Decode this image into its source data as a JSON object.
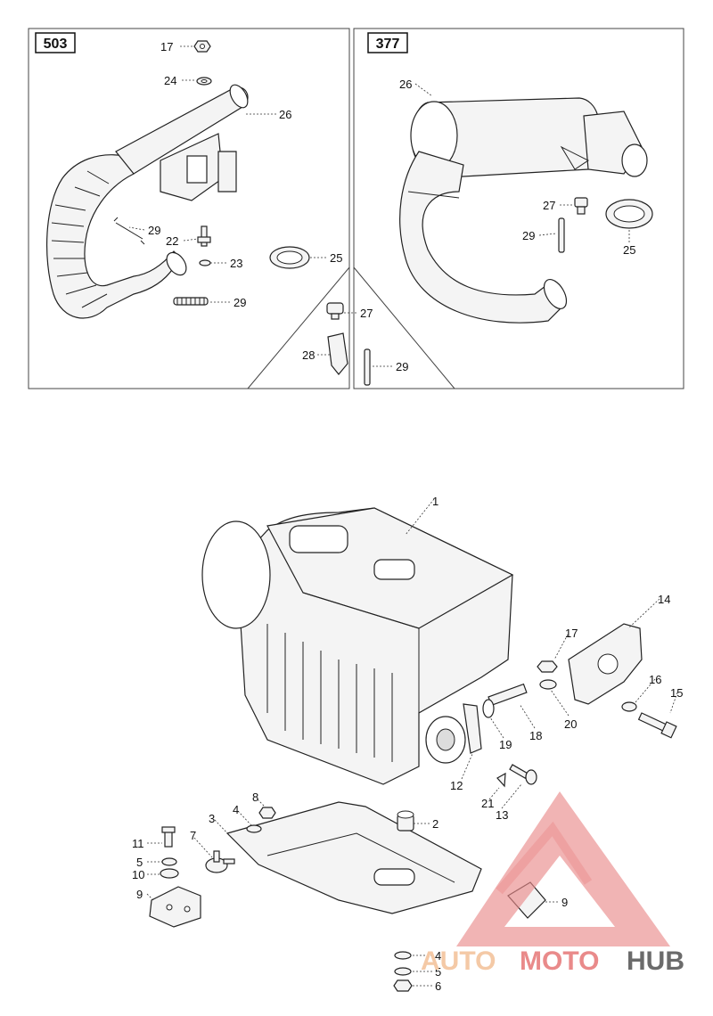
{
  "boxes": [
    {
      "code": "503"
    },
    {
      "code": "377"
    }
  ],
  "callouts": {
    "b503": [
      "17",
      "24",
      "26",
      "29",
      "22",
      "23",
      "29",
      "25"
    ],
    "b377": [
      "26",
      "27",
      "29",
      "25"
    ],
    "shared": [
      "27",
      "28",
      "29"
    ],
    "engine": [
      "1",
      "14",
      "17",
      "16",
      "15",
      "20",
      "18",
      "19",
      "12",
      "21",
      "13",
      "8",
      "4",
      "3",
      "2",
      "11",
      "7",
      "5",
      "10",
      "9",
      "9",
      "4",
      "5",
      "6"
    ]
  },
  "watermark": {
    "part1": "AUTO",
    "part2": "MOTO",
    "part3": "HUB",
    "color_primary": "#e98a8a",
    "color_secondary": "#f4c9a6",
    "color_dark": "#6b6b6b"
  }
}
